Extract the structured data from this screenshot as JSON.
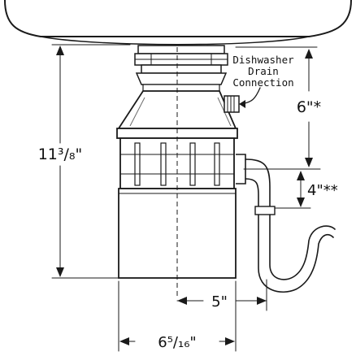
{
  "diagram": {
    "callout": {
      "line1": "Dishwasher",
      "line2": "Drain",
      "line3": "Connection"
    },
    "dimensions": {
      "overall_height": "11³/₈\"",
      "inlet_to_outlet": "6\"*",
      "outlet_height": "4\"**",
      "outlet_offset": "5\"",
      "body_width": "6⁵/₁₆\""
    }
  },
  "colors": {
    "ink": "#1a1a1a",
    "paper": "#ffffff",
    "shade": "#6b6b6b"
  }
}
